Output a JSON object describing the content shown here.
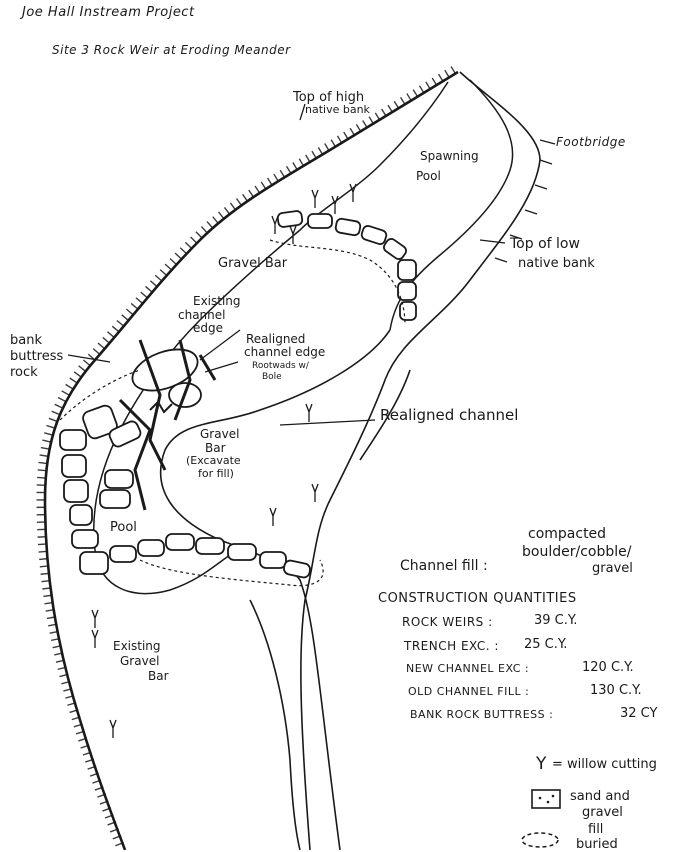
{
  "header": {
    "project": "Joe Hall Instream Project",
    "site": "Site 3  Rock Weir at Eroding Meander"
  },
  "labels": {
    "high_bank_1": "Top of high",
    "high_bank_2": "native bank",
    "footbridge": "Footbridge",
    "spawning_1": "Spawning",
    "spawning_2": "Pool",
    "low_bank_1": "Top of low",
    "low_bank_2": "native bank",
    "gravel_bar_top": "Gravel Bar",
    "existing_edge_1": "Existing",
    "existing_edge_2": "channel",
    "existing_edge_3": "edge",
    "buttress_1": "bank",
    "buttress_2": "buttress",
    "buttress_3": "rock",
    "realigned_edge_1": "Realigned",
    "realigned_edge_2": "channel edge",
    "rootwad_1": "Rootwads w/",
    "rootwad_2": "Bole",
    "realigned_channel": "Realigned channel",
    "gravel_bar_mid_1": "Gravel",
    "gravel_bar_mid_2": "Bar",
    "gravel_bar_mid_3": "(Excavate",
    "gravel_bar_mid_4": "for fill)",
    "pool": "Pool",
    "existing_gravel_1": "Existing",
    "existing_gravel_2": "Gravel",
    "existing_gravel_3": "Bar",
    "compacted": "compacted",
    "channel_fill": "Channel fill :",
    "fill_material_1": "boulder/cobble/",
    "fill_material_2": "gravel"
  },
  "quantities": {
    "heading": "Construction Quantities",
    "items": [
      {
        "label": "Rock Weirs :",
        "value": "39 C.Y."
      },
      {
        "label": "Trench Exc. :",
        "value": "25 C.Y."
      },
      {
        "label": "New Channel Exc :",
        "value": "120 C.Y."
      },
      {
        "label": "Old Channel Fill :",
        "value": "130 C.Y."
      },
      {
        "label": "Bank Rock Buttress :",
        "value": "32 CY"
      }
    ]
  },
  "legend": {
    "willow_symbol": "Y",
    "willow_label": "= willow cutting",
    "sand_1": "sand and",
    "sand_2": "gravel",
    "fill_1": "fill",
    "fill_2": "buried"
  },
  "colors": {
    "ink": "#1a1a1a",
    "paper": "#ffffff"
  }
}
